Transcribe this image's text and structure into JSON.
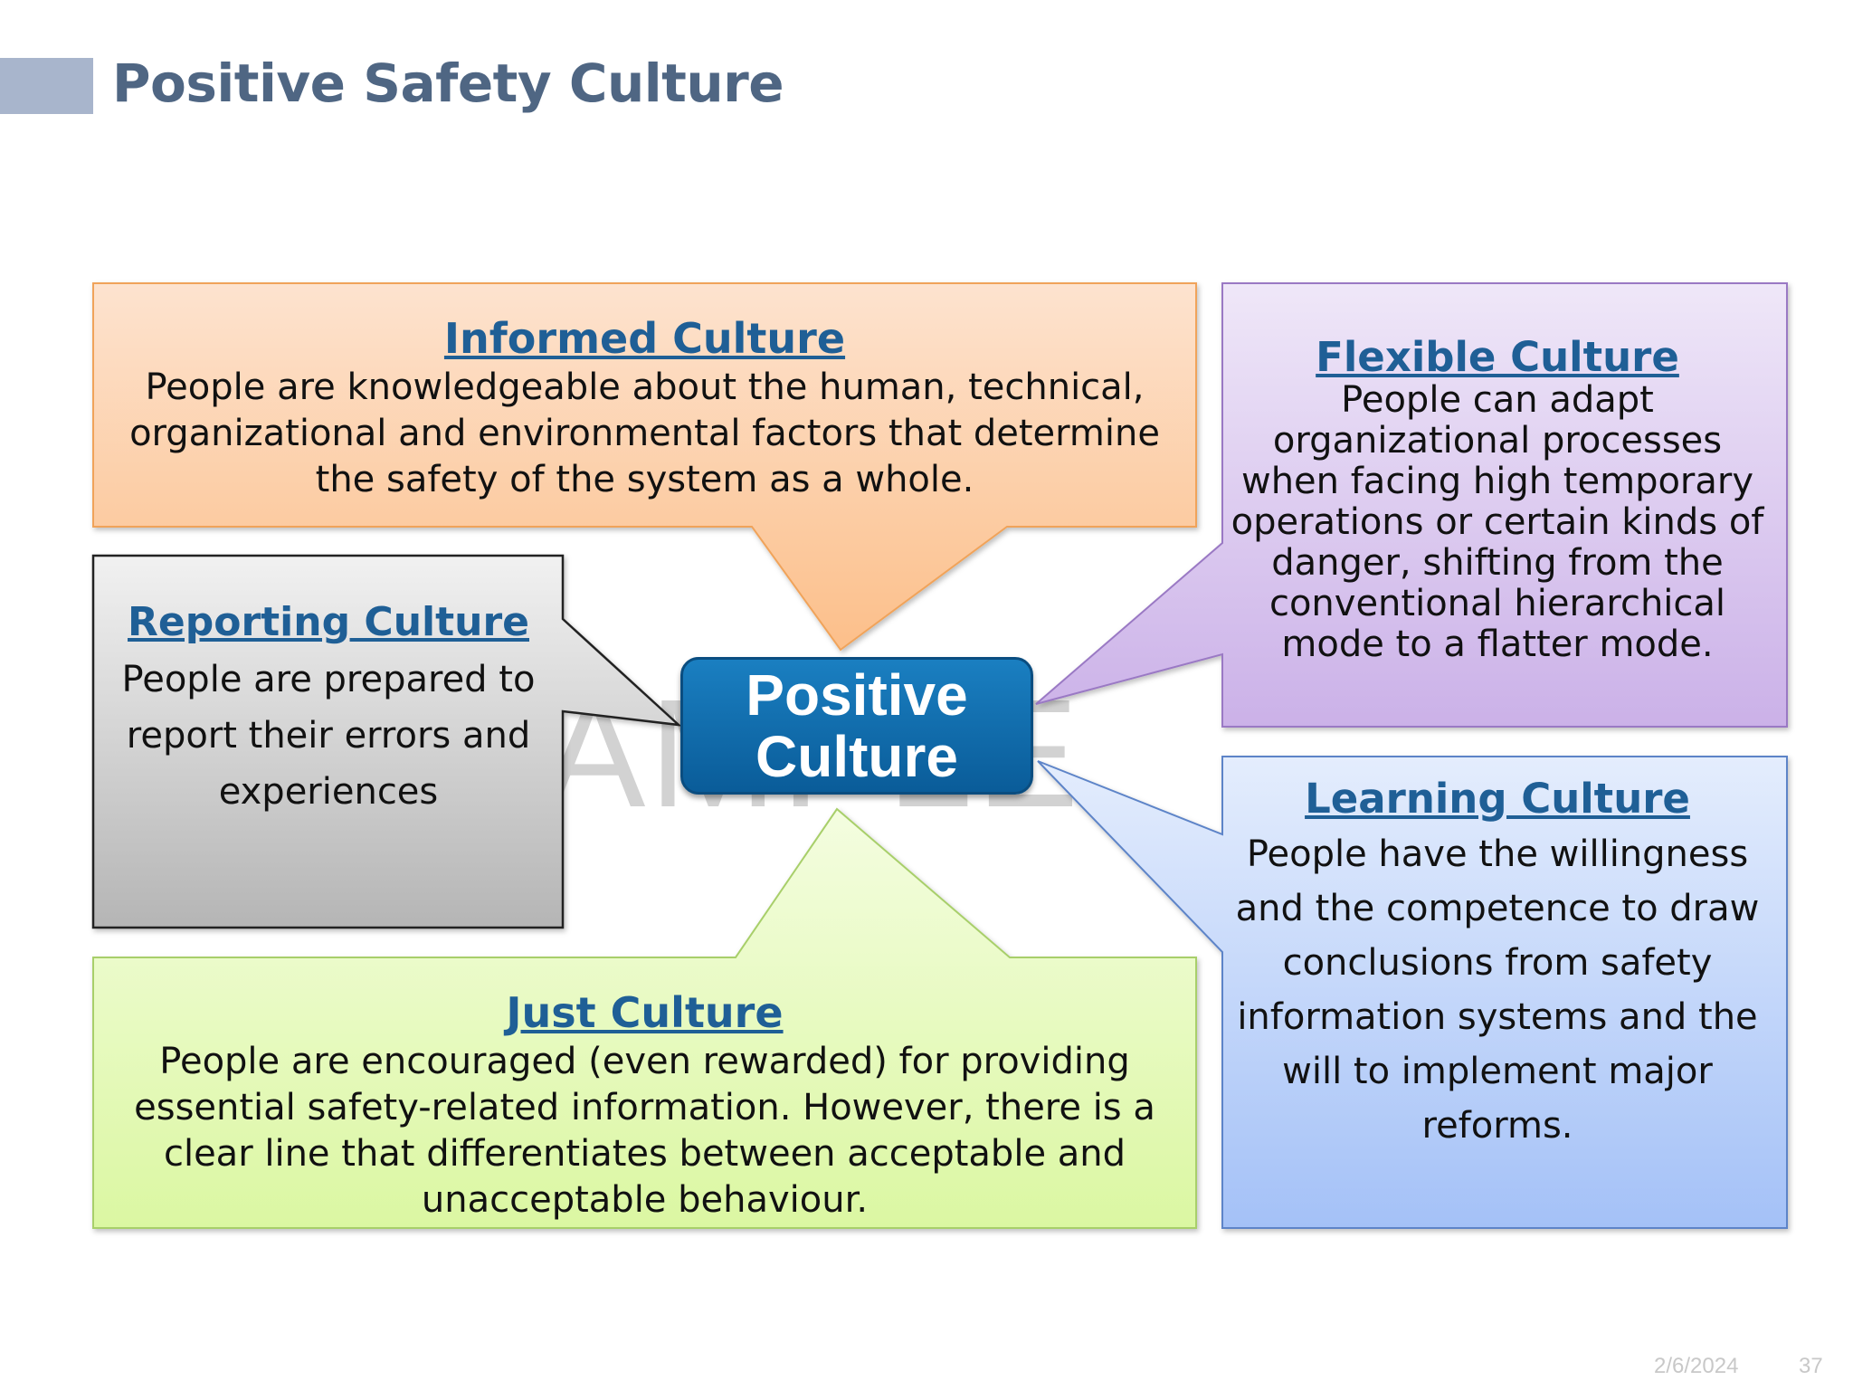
{
  "slide": {
    "title": "Positive Safety Culture",
    "date": "2/6/2024",
    "page_number": "37",
    "watermark": "AMPLE"
  },
  "center": {
    "line1": "Positive",
    "line2": "Culture",
    "color": "#0a5c99"
  },
  "boxes": {
    "informed": {
      "title": "Informed Culture",
      "body": "People are knowledgeable about the human, technical, organizational and environmental factors that determine the safety of the system as a whole.",
      "color": "#fbc89a"
    },
    "flexible": {
      "title": "Flexible Culture",
      "body": "People can adapt organizational processes when facing high temporary operations or certain kinds of danger, shifting from the conventional hierarchical mode to a flatter mode.",
      "color": "#d3bdec"
    },
    "reporting": {
      "title": "Reporting Culture",
      "body": "People are prepared to report their errors and experiences",
      "color": "#c4c4c4"
    },
    "just": {
      "title": "Just Culture",
      "body": "People are encouraged (even rewarded) for providing essential safety-related information. However, there is a clear line that differentiates between acceptable and unacceptable behaviour.",
      "color": "#dff8ae"
    },
    "learning": {
      "title": "Learning Culture",
      "body": "People have the willingness and the competence to draw conclusions from safety information systems and the will to implement major reforms.",
      "color": "#b8cff8"
    }
  }
}
